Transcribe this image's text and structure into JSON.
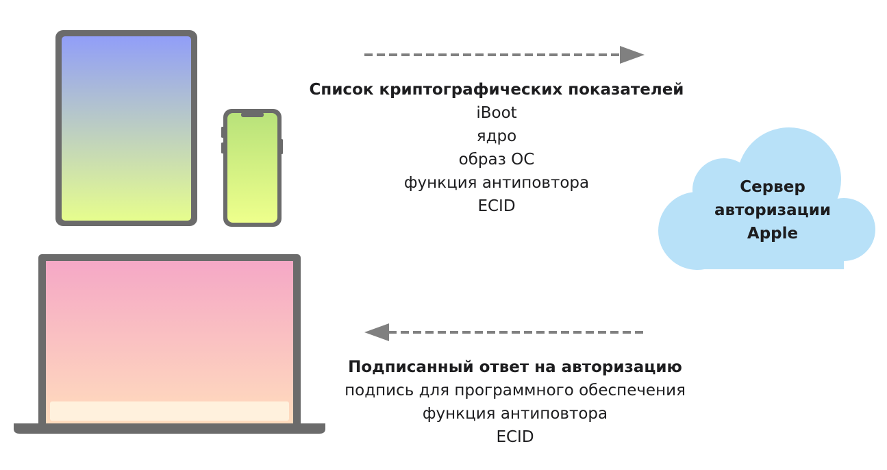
{
  "request": {
    "title": "Список криптографических показателей",
    "items": [
      "iBoot",
      "ядро",
      "образ ОС",
      "функция антиповтора",
      "ECID"
    ]
  },
  "response": {
    "title": "Подписанный ответ на авторизацию",
    "items": [
      "подпись для программного обеспечения",
      "функция антиповтора",
      "ECID"
    ]
  },
  "server": {
    "lines": [
      "Сервер",
      "авторизации",
      "Apple"
    ]
  },
  "colors": {
    "device_frame": "#6b6b6b",
    "arrow": "#808080",
    "cloud_fill": "#b8e1f8",
    "tablet_gradient": [
      "#919ef8",
      "#e6fd8d"
    ],
    "phone_gradient": [
      "#b8e27a",
      "#eeff8c"
    ],
    "laptop_gradient": [
      "#f5a8c6",
      "#ffdcbd"
    ],
    "laptop_bar": "#fff1dd"
  },
  "icons": {
    "tablet": "ipad-icon",
    "phone": "iphone-icon",
    "laptop": "macbook-icon",
    "cloud": "cloud-icon"
  }
}
